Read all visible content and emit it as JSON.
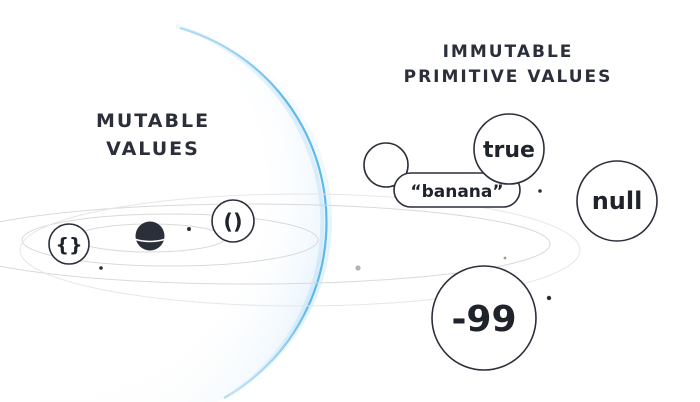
{
  "mutable_label": {
    "line1": "MUTABLE",
    "line2": "VALUES"
  },
  "immutable_label": {
    "line1": "IMMUTABLE",
    "line2": "PRIMITIVE VALUES"
  },
  "mutable_items": {
    "object": "{}",
    "function": "()"
  },
  "primitive_values": {
    "boolean": "true",
    "string": "“banana”",
    "null_value": "null",
    "number": "-99"
  },
  "colors": {
    "sphere_edge": "#4db3e8",
    "sphere_glow": "#d6ecfa",
    "ink": "#2b2f3a",
    "orbit": "#d4d4d4"
  },
  "icons": {
    "planet": "dark-planet-icon",
    "empty_circle": "empty-circle-icon"
  }
}
